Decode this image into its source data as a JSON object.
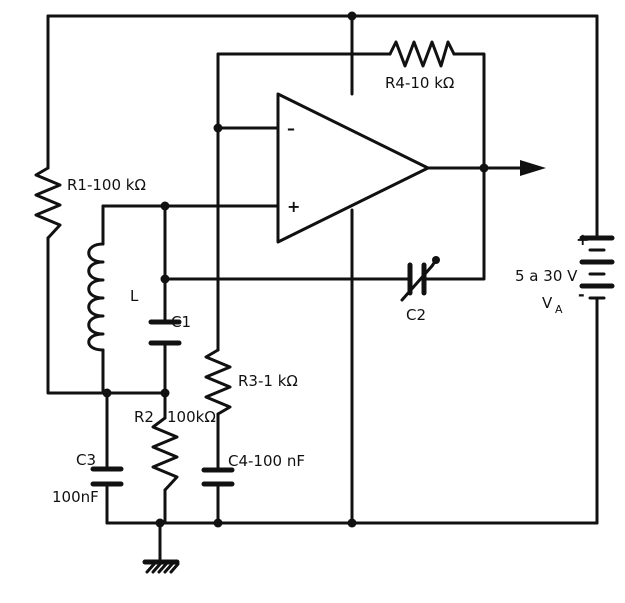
{
  "diagram": {
    "labels": {
      "r1": "R1-100 kΩ",
      "r2": "R2",
      "r2_value": "100kΩ",
      "r3": "R3-1 kΩ",
      "r4": "R4-10 kΩ",
      "c1": "C1",
      "c2": "C2",
      "c3": "C3",
      "c3_value": "100nF",
      "c4": "C4-100 nF",
      "inductor": "L",
      "supply": "5 a 30 V",
      "supply_name": "V",
      "supply_sub": "A",
      "plus": "+",
      "minus": "-",
      "opamp_inv": "–",
      "opamp_noninv": "+"
    }
  }
}
